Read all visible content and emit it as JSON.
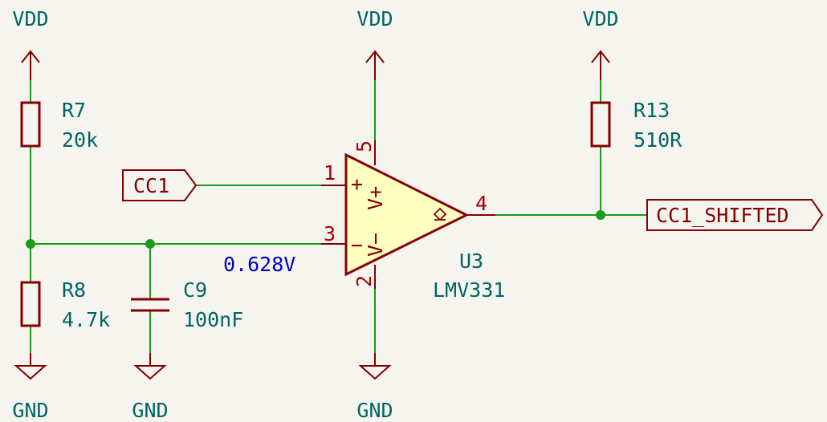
{
  "power": {
    "vdd_left": "VDD",
    "vdd_mid": "VDD",
    "vdd_right": "VDD",
    "gnd_left": "GND",
    "gnd_c9": "GND",
    "gnd_mid": "GND"
  },
  "r7": {
    "ref": "R7",
    "value": "20k"
  },
  "r8": {
    "ref": "R8",
    "value": "4.7k"
  },
  "c9": {
    "ref": "C9",
    "value": "100nF"
  },
  "r13": {
    "ref": "R13",
    "value": "510R"
  },
  "u3": {
    "ref": "U3",
    "value": "LMV331",
    "pins": {
      "in_plus": "1",
      "in_minus": "3",
      "vplus": "5",
      "vminus": "2",
      "out": "4"
    },
    "pin_names": {
      "plus": "+",
      "minus": "−",
      "vplus": "V+",
      "vminus": "V−"
    }
  },
  "labels": {
    "input": "CC1",
    "output": "CC1_SHIFTED"
  },
  "note_voltage": "0.628V",
  "colors": {
    "background": "#f5f4ef",
    "wire": "#1a9c1a",
    "symbol_body": "#840000",
    "opamp_fill": "#ffffc2",
    "reference_text": "#006565",
    "pin_number": "#a90000",
    "note_text": "#0000c2"
  }
}
